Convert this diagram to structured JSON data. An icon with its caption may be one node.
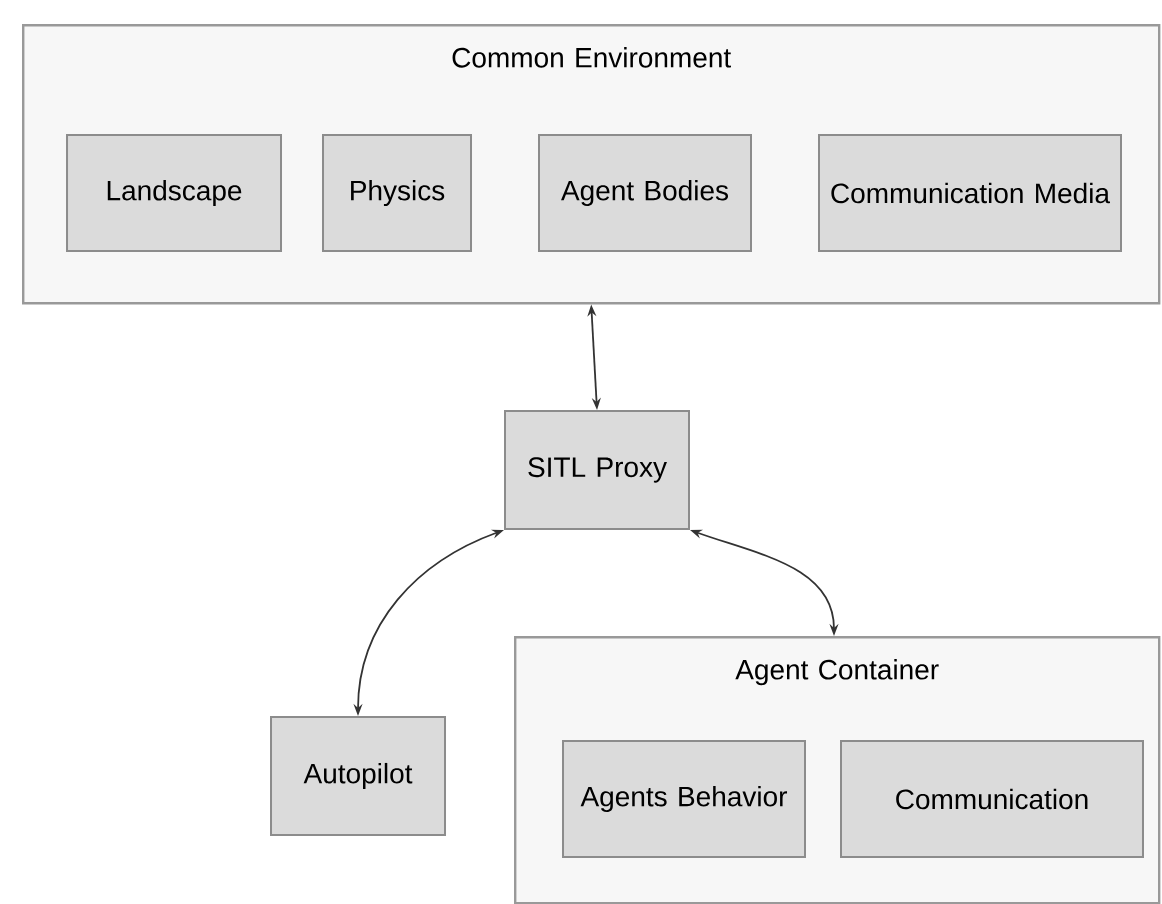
{
  "diagram": {
    "nodes": [
      {
        "text": [
          "Common Environment"
        ]
      },
      {
        "text": [
          "Landscape"
        ],
        "in": 0
      },
      {
        "text": [
          "Physics"
        ],
        "in": 0
      },
      {
        "text": [
          "Agent Bodies"
        ],
        "in": 0
      },
      {
        "text": [
          "Communication Media"
        ],
        "in": 0
      },
      {
        "text": [
          "SITL Proxy"
        ]
      },
      {
        "text": [
          "Autopilot"
        ]
      },
      {
        "text": [
          "Agent Container"
        ]
      },
      {
        "text": [
          "Agents Behavior"
        ],
        "in": 7
      },
      {
        "text": [
          "Communication"
        ],
        "in": 7
      }
    ],
    "edges": [
      {
        "from": 0,
        "to": 5,
        "arrow": "both"
      },
      {
        "from": 5,
        "to": 6,
        "arrow": "both"
      },
      {
        "from": 5,
        "to": 7,
        "arrow": "both"
      }
    ]
  }
}
